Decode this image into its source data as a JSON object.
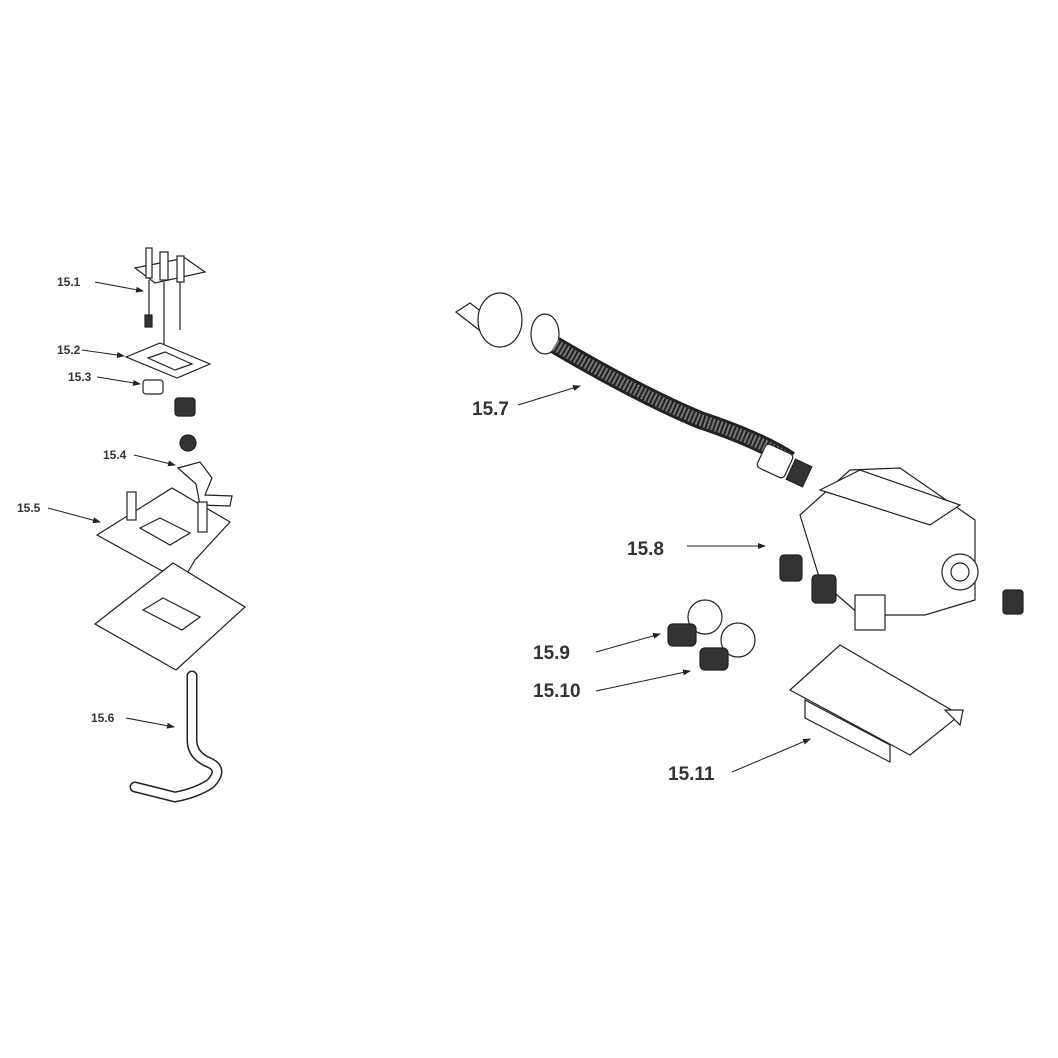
{
  "diagram": {
    "type": "exploded-parts-diagram",
    "parts": [
      {
        "id": "15.1",
        "label": "15.1"
      },
      {
        "id": "15.2",
        "label": "15.2"
      },
      {
        "id": "15.3",
        "label": "15.3"
      },
      {
        "id": "15.4",
        "label": "15.4"
      },
      {
        "id": "15.5",
        "label": "15.5"
      },
      {
        "id": "15.6",
        "label": "15.6"
      },
      {
        "id": "15.7",
        "label": "15.7"
      },
      {
        "id": "15.8",
        "label": "15.8"
      },
      {
        "id": "15.9",
        "label": "15.9"
      },
      {
        "id": "15.10",
        "label": "15.10"
      },
      {
        "id": "15.11",
        "label": "15.11"
      }
    ]
  }
}
